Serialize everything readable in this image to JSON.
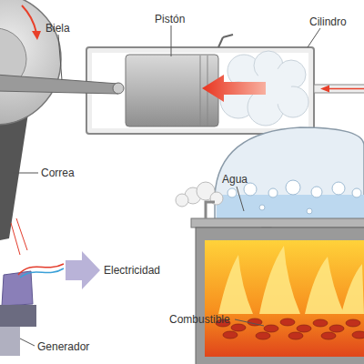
{
  "diagram": {
    "labels": [
      "Biela",
      "Pistón",
      "Cilindro",
      "Correa",
      "Electricidad",
      "Generador",
      "Agua",
      "Combustible"
    ]
  }
}
